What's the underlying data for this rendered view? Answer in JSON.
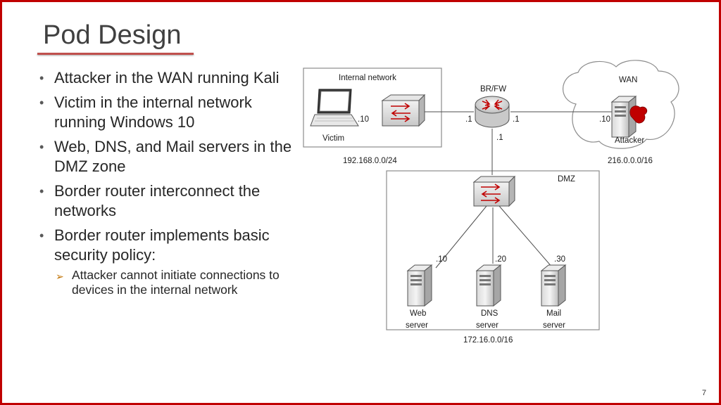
{
  "slide": {
    "title": "Pod Design",
    "page_number": "7",
    "bullets": [
      "Attacker in the WAN running Kali",
      "Victim in the internal network running Windows 10",
      "Web, DNS, and Mail servers in the DMZ zone",
      "Border router interconnect the networks",
      "Border router implements basic security policy:"
    ],
    "sub_bullets": [
      "Attacker cannot initiate connections to devices in the internal network"
    ]
  },
  "diagram": {
    "internal_network_label": "Internal network",
    "victim_label": "Victim",
    "victim_ip": ".10",
    "internal_subnet": "192.168.0.0/24",
    "router_label": "BR/FW",
    "router_left_ip": ".1",
    "router_right_ip": ".1",
    "router_bottom_ip": ".1",
    "wan_label": "WAN",
    "attacker_label": "Attacker",
    "attacker_ip": ".10",
    "wan_subnet": "216.0.0.0/16",
    "dmz_label": "DMZ",
    "dmz_subnet": "172.16.0.0/16",
    "servers": [
      {
        "ip": ".10",
        "line1": "Web",
        "line2": "server"
      },
      {
        "ip": ".20",
        "line1": "DNS",
        "line2": "server"
      },
      {
        "ip": ".30",
        "line1": "Mail",
        "line2": "server"
      }
    ]
  }
}
